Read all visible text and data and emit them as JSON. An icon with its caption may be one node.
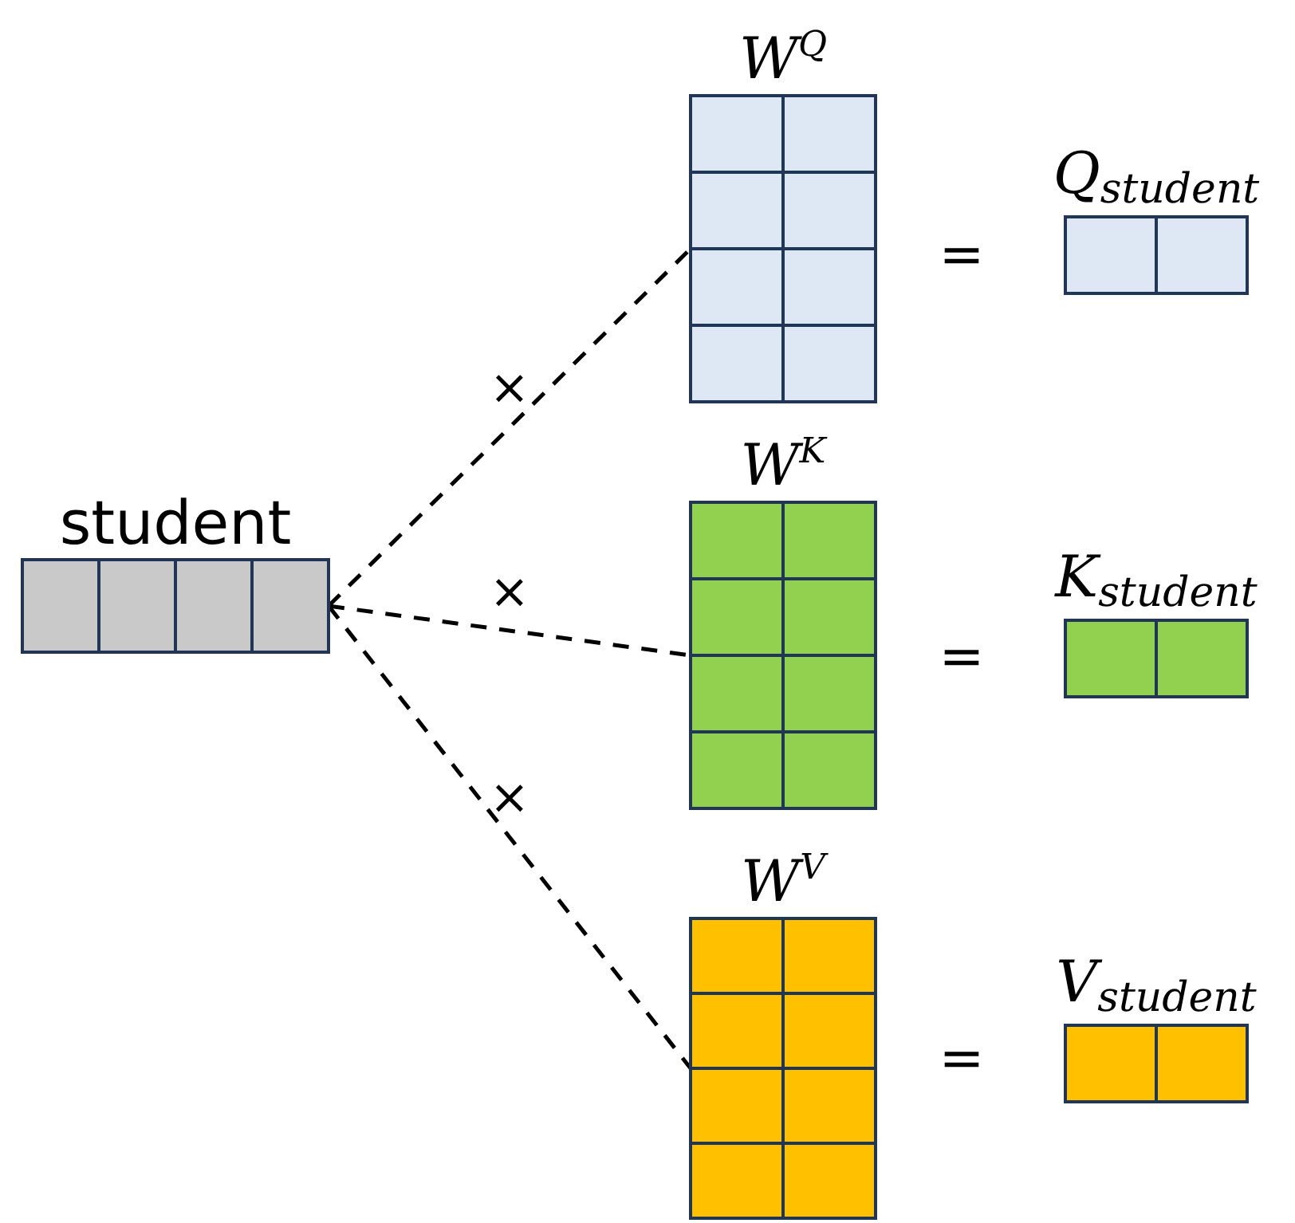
{
  "diagram": {
    "nodes": [
      {
        "text": [
          "student"
        ]
      },
      {
        "text": [
          "W$^{Q}$"
        ]
      },
      {
        "text": [
          "W$^{K}$"
        ]
      },
      {
        "text": [
          "W$^{V}$"
        ]
      },
      {
        "text": [
          "Q$_{student}$"
        ]
      },
      {
        "text": [
          "K$_{student}$"
        ]
      },
      {
        "text": [
          "V$_{student}$"
        ]
      }
    ],
    "edges": [
      {
        "from": 0,
        "to": 1,
        "arrow": "none",
        "style": "dashed",
        "label": "×"
      },
      {
        "from": 0,
        "to": 2,
        "arrow": "none",
        "style": "dashed",
        "label": "×"
      },
      {
        "from": 0,
        "to": 3,
        "arrow": "none",
        "style": "dashed",
        "label": "×"
      }
    ],
    "labels": [
      "=",
      "=",
      "="
    ]
  }
}
